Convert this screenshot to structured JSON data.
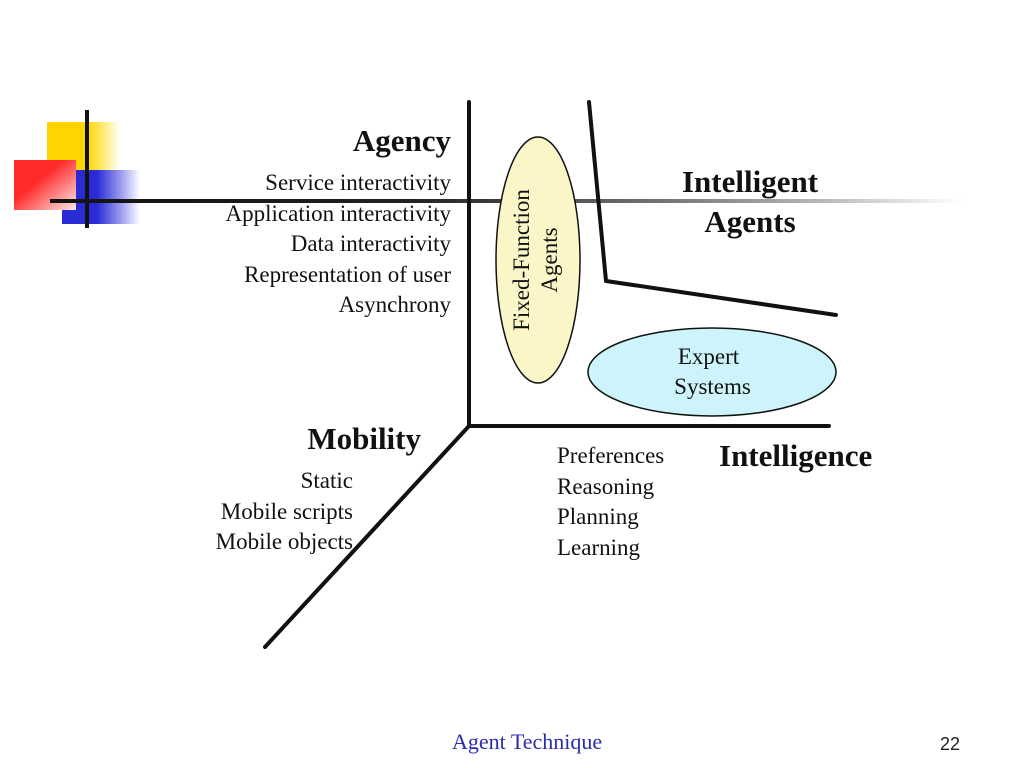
{
  "slide": {
    "footer": "Agent Technique",
    "page_number": "22"
  },
  "diagram": {
    "agency": {
      "title": "Agency",
      "items": [
        "Service interactivity",
        "Application interactivity",
        "Data interactivity",
        "Representation of user",
        "Asynchrony"
      ]
    },
    "mobility": {
      "title": "Mobility",
      "items": [
        "Static",
        "Mobile scripts",
        "Mobile objects"
      ]
    },
    "intelligence": {
      "title": "Intelligence",
      "items": [
        "Preferences",
        "Reasoning",
        "Planning",
        "Learning"
      ]
    },
    "intelligent_agents": {
      "line1": "Intelligent",
      "line2": "Agents"
    },
    "fixed_function": {
      "line1": "Fixed-Function",
      "line2": "Agents",
      "color": "#fbf6c8"
    },
    "expert_systems": {
      "line1": "Expert",
      "line2": "Systems",
      "color": "#cdf3fb"
    }
  },
  "decoration": {
    "yellow": "#ffd400",
    "red": "#ff2a2a",
    "blue": "#2b2bd6"
  }
}
